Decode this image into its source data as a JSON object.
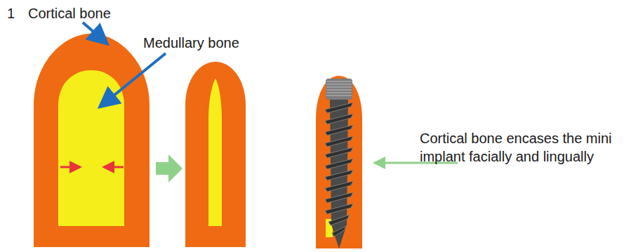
{
  "diagram": {
    "labels": [
      "1",
      "Cortical bone",
      "Medullary bone",
      "Cortical bone encases the mini implant facially and lingually"
    ]
  }
}
